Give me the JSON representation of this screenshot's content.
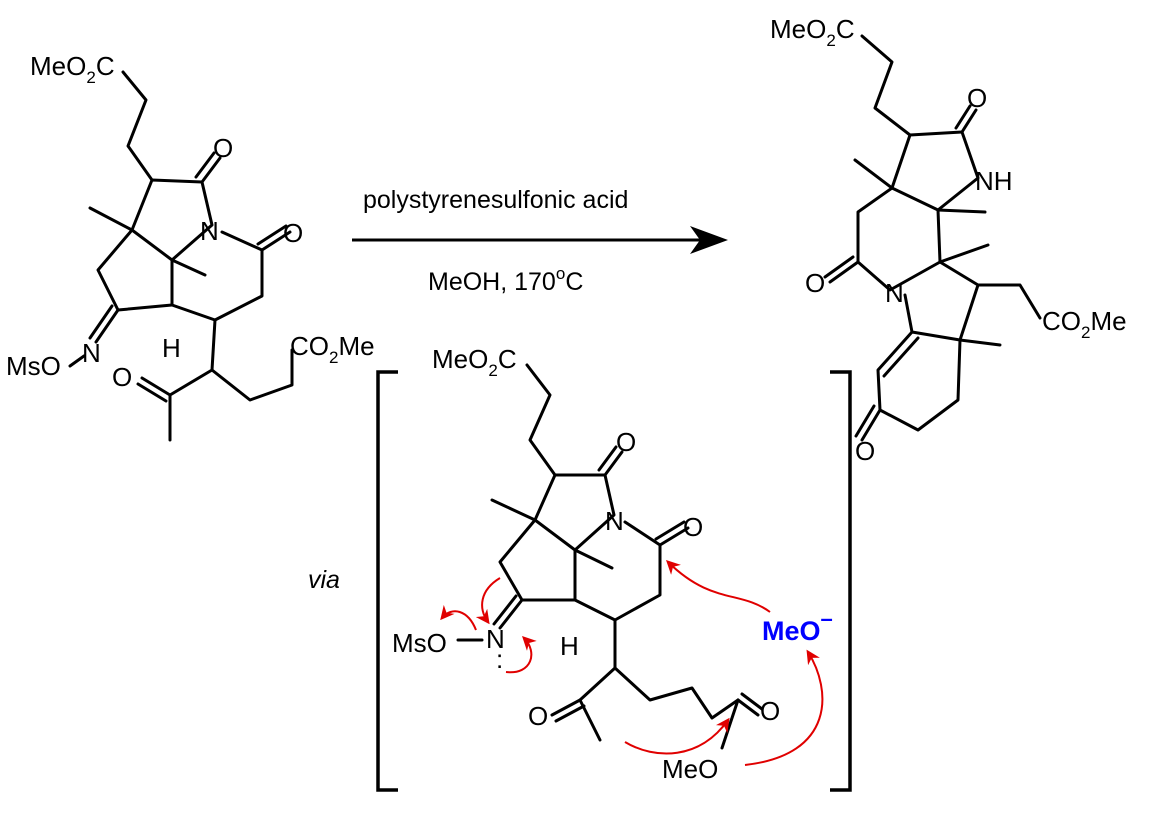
{
  "reaction": {
    "reagent": "polystyrenesulfonic acid",
    "conditions_solvent": "MeOH, 170",
    "conditions_deg": "o",
    "conditions_unit": "C",
    "via_label": "via"
  },
  "labels": {
    "meo2c": "MeO",
    "two": "2",
    "c": "C",
    "co2me_co": "CO",
    "co2me_me": "Me",
    "o": "O",
    "n": "N",
    "nh": "NH",
    "h": "H",
    "mso": "MsO",
    "meo": "MeO",
    "meo_minus_text": "MeO",
    "minus": "–",
    "lone_pair": ":"
  },
  "colors": {
    "electron_arrow": "#e00000",
    "methoxide": "#0000ff",
    "ink": "#000000"
  }
}
